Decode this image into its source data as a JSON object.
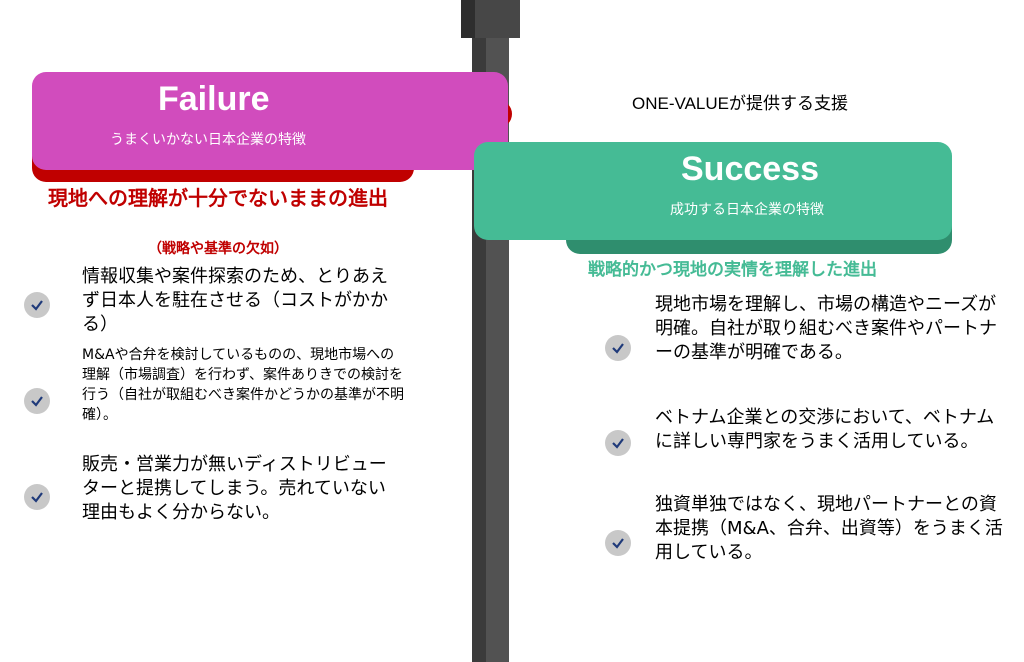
{
  "offer_label": "ONE-VALUEが提供する支援",
  "failure": {
    "title": "Failure",
    "subtitle": "うまくいかない日本企業の特徴",
    "heading": "現地への理解が十分でないままの進出",
    "subheading": "（戦略や基準の欠如）",
    "items": [
      "情報収集や案件探索のため、とりあえず日本人を駐在させる（コストがかかる）",
      "M&Aや合弁を検討しているものの、現地市場への理解（市場調査）を行わず、案件ありきでの検討を行う（自社が取組むべき案件かどうかの基準が不明確）。",
      "販売・営業力が無いディストリビューターと提携してしまう。売れていない理由もよく分からない。"
    ]
  },
  "success": {
    "title": "Success",
    "subtitle": "成功する日本企業の特徴",
    "heading": "戦略的かつ現地の実情を理解した進出",
    "items": [
      "現地市場を理解し、市場の構造やニーズが明確。自社が取り組むべき案件やパートナーの基準が明確である。",
      "ベトナム企業との交渉において、ベトナムに詳しい専門家をうまく活用している。",
      "独資単独ではなく、現地パートナーとの資本提携（M&A、合弁、出資等）をうまく活用している。"
    ]
  },
  "icons": {
    "check": "check-icon"
  },
  "colors": {
    "failure": "#d14cbd",
    "failure_dark": "#c00000",
    "success": "#45bb95",
    "success_dark": "#2f8e6e",
    "pole": "#525252"
  }
}
